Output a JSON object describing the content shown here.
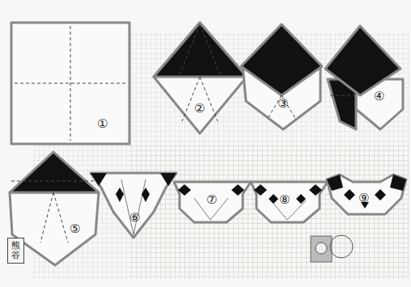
{
  "diagram": {
    "nodes": [
      {
        "text": [
          "熊谷"
        ]
      }
    ],
    "labels": [
      "①",
      "②",
      "③",
      "④",
      "⑤",
      "⑥",
      "⑦",
      "⑧",
      "⑨"
    ]
  }
}
